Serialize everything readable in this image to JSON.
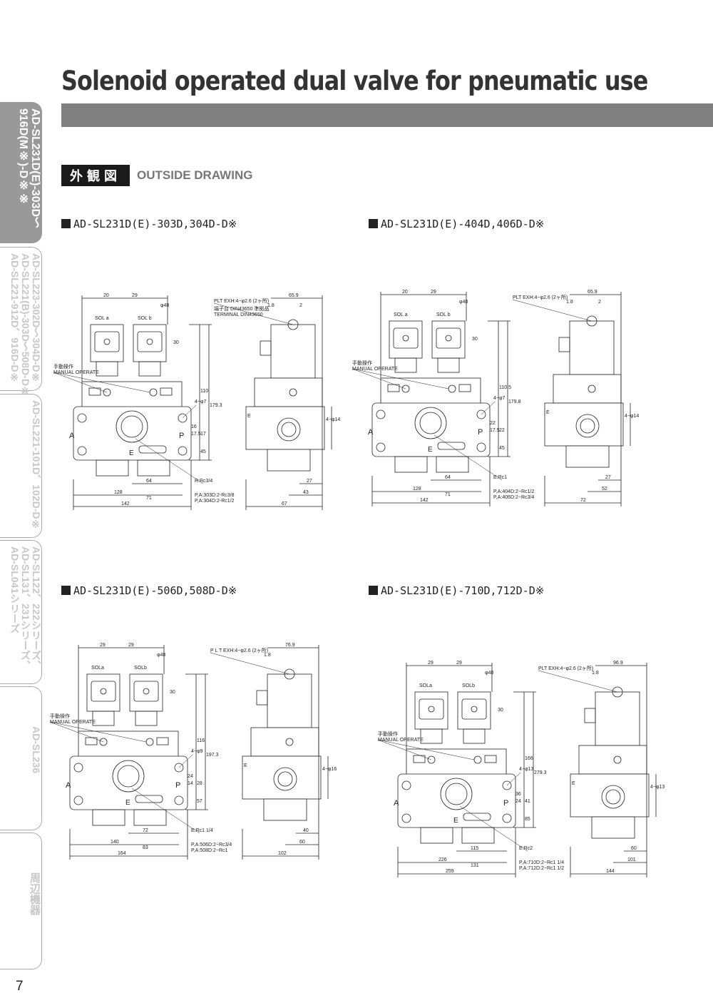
{
  "page": {
    "title": "Solenoid operated dual valve for pneumatic use",
    "page_number": "7"
  },
  "section": {
    "jp_label": "外観図",
    "en_label": "OUTSIDE DRAWING"
  },
  "sidebar": [
    {
      "label": "AD-SL231D(E)-303D～\n916D(M※)-D※※",
      "active": true
    },
    {
      "label": "AD-SL223-302D～304D-D※\nAD-SL221(B)-303D～508D-D※,\nAD-SL221-912D、916D-D※",
      "active": false
    },
    {
      "label": "AD-SL221-101D、102D-D※",
      "active": false
    },
    {
      "label": "AD-SL122、222シリーズ、\nAD-SL131、231シリーズ、\nAD-SL041シリーズ",
      "active": false
    },
    {
      "label": "AD-SL236",
      "active": false
    },
    {
      "label": "周辺機器",
      "active": false
    }
  ],
  "drawings": [
    {
      "model": "AD-SL231D(E)-303D,304D-D※",
      "labels": {
        "top_dims": [
          "20",
          "29",
          "φ48",
          "65.9",
          "1.8",
          "2"
        ],
        "sol_a": "SOL a",
        "sol_b": "SOL b",
        "plt": "PLT EXH:4−φ2.6 (2ヶ所)",
        "terminal_jp": "端子台 DIN43650 準拠品",
        "terminal_en": "TERMINAL DIN43650",
        "manual_jp": "手動操作",
        "manual_en": "MANUAL OPERATE",
        "holes": "4−φ7",
        "port_a": "A",
        "port_p": "P",
        "port_e": "E",
        "vert_dims": [
          "110",
          "179.3",
          "30",
          "17.5",
          "16",
          "17",
          "45"
        ],
        "side_dim": "4−φ14",
        "bottom_dims": [
          "64",
          "128",
          "71",
          "142",
          "27",
          "43",
          "67"
        ],
        "r_label": "R:Rc3/4",
        "pa_1": "P,A:303D:2-Rc3/8",
        "pa_2": "P,A:304D:2-Rc1/2"
      }
    },
    {
      "model": "AD-SL231D(E)-404D,406D-D※",
      "labels": {
        "top_dims": [
          "20",
          "29",
          "φ48",
          "65.9",
          "1.8",
          "2"
        ],
        "sol_a": "SOL a",
        "sol_b": "SOL b",
        "plt": "PLT EXH:4−φ2.6 (2ヶ所)",
        "manual_jp": "手動操作",
        "manual_en": "MANUAL OPERATE",
        "holes": "4−φ7",
        "port_a": "A",
        "port_p": "P",
        "port_e": "E",
        "vert_dims": [
          "110.5",
          "179.8",
          "30",
          "17.5",
          "22",
          "22",
          "45"
        ],
        "side_dim": "4−φ14",
        "bottom_dims": [
          "64",
          "128",
          "71",
          "142",
          "27",
          "52",
          "72"
        ],
        "r_label": "E:Rc1",
        "pa_1": "P,A:404D:2−Rc1/2",
        "pa_2": "P,A:406D:2−Rc3/4"
      }
    },
    {
      "model": "AD-SL231D(E)-506D,508D-D※",
      "labels": {
        "top_dims": [
          "29",
          "29",
          "φ48",
          "76.9",
          "1.8"
        ],
        "sol_a": "SOLa",
        "sol_b": "SOLb",
        "plt": "P L T EXH:4−φ2.6 (2ヶ所)",
        "manual_jp": "手動操作",
        "manual_en": "MANUAL OPERATE",
        "holes": "4−φ9",
        "port_a": "A",
        "port_p": "P",
        "port_e": "E",
        "vert_dims": [
          "116",
          "197.3",
          "30",
          "14",
          "24",
          "28",
          "57"
        ],
        "side_dim": "4−φ16",
        "bottom_dims": [
          "72",
          "140",
          "83",
          "164",
          "40",
          "60",
          "102"
        ],
        "r_label": "E:Rc1 1/4",
        "pa_1": "P,A:506D:2−Rc3/4",
        "pa_2": "P,A:508D:2−Rc1"
      }
    },
    {
      "model": "AD-SL231D(E)-710D,712D-D※",
      "labels": {
        "top_dims": [
          "29",
          "29",
          "φ48",
          "96.9",
          "1.8"
        ],
        "sol_a": "SOLa",
        "sol_b": "SOLb",
        "plt": "PLT EXH:4−φ2.6 (2ヶ所)",
        "manual_jp": "手動操作",
        "manual_en": "MANUAL OPERATE",
        "holes": "4−φ13",
        "port_a": "A",
        "port_p": "P",
        "port_e": "E",
        "vert_dims": [
          "166",
          "279.3",
          "30",
          "24",
          "36",
          "41",
          "85"
        ],
        "side_dim": "4−φ13",
        "bottom_dims": [
          "115",
          "226",
          "131",
          "259",
          "60",
          "101",
          "144"
        ],
        "r_label": "E:Rc2",
        "pa_1": "P,A:710D:2−Rc1 1/4",
        "pa_2": "P,A:712D:2−Rc1 1/2"
      }
    }
  ]
}
